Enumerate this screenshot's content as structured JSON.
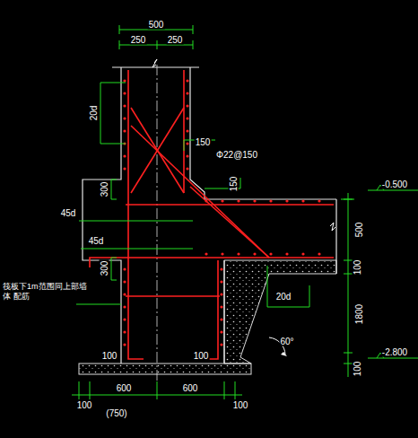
{
  "diagram": {
    "labels": [
      "500",
      "250",
      "250",
      "20d",
      "150",
      "Φ22@150",
      "150",
      "300",
      "45d",
      "45d",
      "300",
      "-0.500",
      "500",
      "100",
      "1800",
      "-2.800",
      "100",
      "20d",
      "60°",
      "筏板下1m范围同上部墙体 配筋",
      "100",
      "100",
      "100",
      "600",
      "600",
      "100",
      "(750)"
    ]
  }
}
